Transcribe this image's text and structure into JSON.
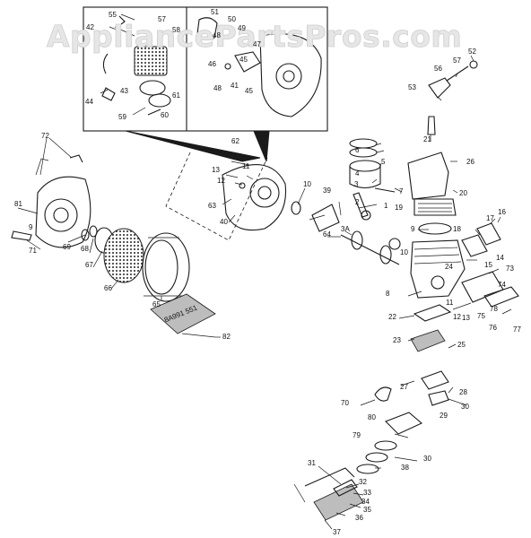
{
  "watermark": "AppliancePartsPros.com",
  "card_text": "8A991 551",
  "callouts": [
    {
      "id": "c55",
      "text": "55"
    },
    {
      "id": "c57",
      "text": "57"
    },
    {
      "id": "c42",
      "text": "42"
    },
    {
      "id": "c58",
      "text": "58"
    },
    {
      "id": "c43",
      "text": "43"
    },
    {
      "id": "c44",
      "text": "44"
    },
    {
      "id": "c61",
      "text": "61"
    },
    {
      "id": "c59",
      "text": "59"
    },
    {
      "id": "c60",
      "text": "60"
    },
    {
      "id": "c51",
      "text": "51"
    },
    {
      "id": "c50",
      "text": "50"
    },
    {
      "id": "c49",
      "text": "49"
    },
    {
      "id": "c48a",
      "text": "48"
    },
    {
      "id": "c47",
      "text": "47"
    },
    {
      "id": "c46",
      "text": "46"
    },
    {
      "id": "c45a",
      "text": "45"
    },
    {
      "id": "c48b",
      "text": "48"
    },
    {
      "id": "c41",
      "text": "41"
    },
    {
      "id": "c45b",
      "text": "45"
    },
    {
      "id": "c52",
      "text": "52"
    },
    {
      "id": "c57b",
      "text": "57"
    },
    {
      "id": "c56",
      "text": "56"
    },
    {
      "id": "c53",
      "text": "53"
    },
    {
      "id": "c21",
      "text": "21"
    },
    {
      "id": "c26",
      "text": "26"
    },
    {
      "id": "c6",
      "text": "6"
    },
    {
      "id": "c5",
      "text": "5"
    },
    {
      "id": "c4",
      "text": "4"
    },
    {
      "id": "c3",
      "text": "3"
    },
    {
      "id": "c7",
      "text": "7"
    },
    {
      "id": "c2",
      "text": "2"
    },
    {
      "id": "c20",
      "text": "20"
    },
    {
      "id": "c19",
      "text": "19"
    },
    {
      "id": "c39",
      "text": "39"
    },
    {
      "id": "c1",
      "text": "1"
    },
    {
      "id": "c18",
      "text": "18"
    },
    {
      "id": "c17",
      "text": "17"
    },
    {
      "id": "c16",
      "text": "16"
    },
    {
      "id": "c3a",
      "text": "3A"
    },
    {
      "id": "c64",
      "text": "64"
    },
    {
      "id": "c9a",
      "text": "9"
    },
    {
      "id": "c10b",
      "text": "10"
    },
    {
      "id": "c24",
      "text": "24"
    },
    {
      "id": "c14",
      "text": "14"
    },
    {
      "id": "c15",
      "text": "15"
    },
    {
      "id": "c73",
      "text": "73"
    },
    {
      "id": "c8",
      "text": "8"
    },
    {
      "id": "c11b",
      "text": "11"
    },
    {
      "id": "c12b",
      "text": "12"
    },
    {
      "id": "c13b",
      "text": "13"
    },
    {
      "id": "c78",
      "text": "78"
    },
    {
      "id": "c75",
      "text": "75"
    },
    {
      "id": "c74",
      "text": "74"
    },
    {
      "id": "c76",
      "text": "76"
    },
    {
      "id": "c77",
      "text": "77"
    },
    {
      "id": "c22",
      "text": "22"
    },
    {
      "id": "c23",
      "text": "23"
    },
    {
      "id": "c25",
      "text": "25"
    },
    {
      "id": "c72",
      "text": "72"
    },
    {
      "id": "c62",
      "text": "62"
    },
    {
      "id": "c13a",
      "text": "13"
    },
    {
      "id": "c11a",
      "text": "11"
    },
    {
      "id": "c12a",
      "text": "12"
    },
    {
      "id": "c10a",
      "text": "10"
    },
    {
      "id": "c63",
      "text": "63"
    },
    {
      "id": "c40",
      "text": "40"
    },
    {
      "id": "c81",
      "text": "81"
    },
    {
      "id": "c9b",
      "text": "9"
    },
    {
      "id": "c69",
      "text": "69"
    },
    {
      "id": "c68",
      "text": "68"
    },
    {
      "id": "c71",
      "text": "71"
    },
    {
      "id": "c67",
      "text": "67"
    },
    {
      "id": "c66",
      "text": "66"
    },
    {
      "id": "c65",
      "text": "65"
    },
    {
      "id": "c82",
      "text": "82"
    },
    {
      "id": "c27",
      "text": "27"
    },
    {
      "id": "c28",
      "text": "28"
    },
    {
      "id": "c70",
      "text": "70"
    },
    {
      "id": "c29",
      "text": "29"
    },
    {
      "id": "c30a",
      "text": "30"
    },
    {
      "id": "c80",
      "text": "80"
    },
    {
      "id": "c79",
      "text": "79"
    },
    {
      "id": "c38",
      "text": "38"
    },
    {
      "id": "c30b",
      "text": "30"
    },
    {
      "id": "c31",
      "text": "31"
    },
    {
      "id": "c32",
      "text": "32"
    },
    {
      "id": "c33",
      "text": "33"
    },
    {
      "id": "c34",
      "text": "34"
    },
    {
      "id": "c35",
      "text": "35"
    },
    {
      "id": "c36",
      "text": "36"
    },
    {
      "id": "c37",
      "text": "37"
    }
  ]
}
